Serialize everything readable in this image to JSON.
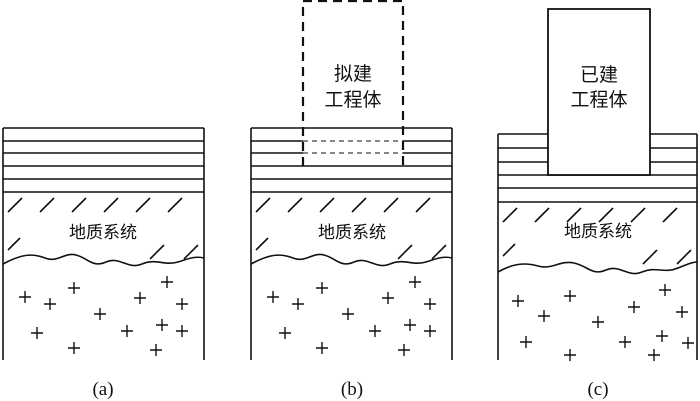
{
  "panels": [
    {
      "caption": "(a)",
      "geology_label": "地质系统"
    },
    {
      "caption": "(b)",
      "geology_label": "地质系统",
      "structure_label_line1": "拟建",
      "structure_label_line2": "工程体"
    },
    {
      "caption": "(c)",
      "geology_label": "地质系统",
      "structure_label_line1": "已建",
      "structure_label_line2": "工程体"
    }
  ]
}
